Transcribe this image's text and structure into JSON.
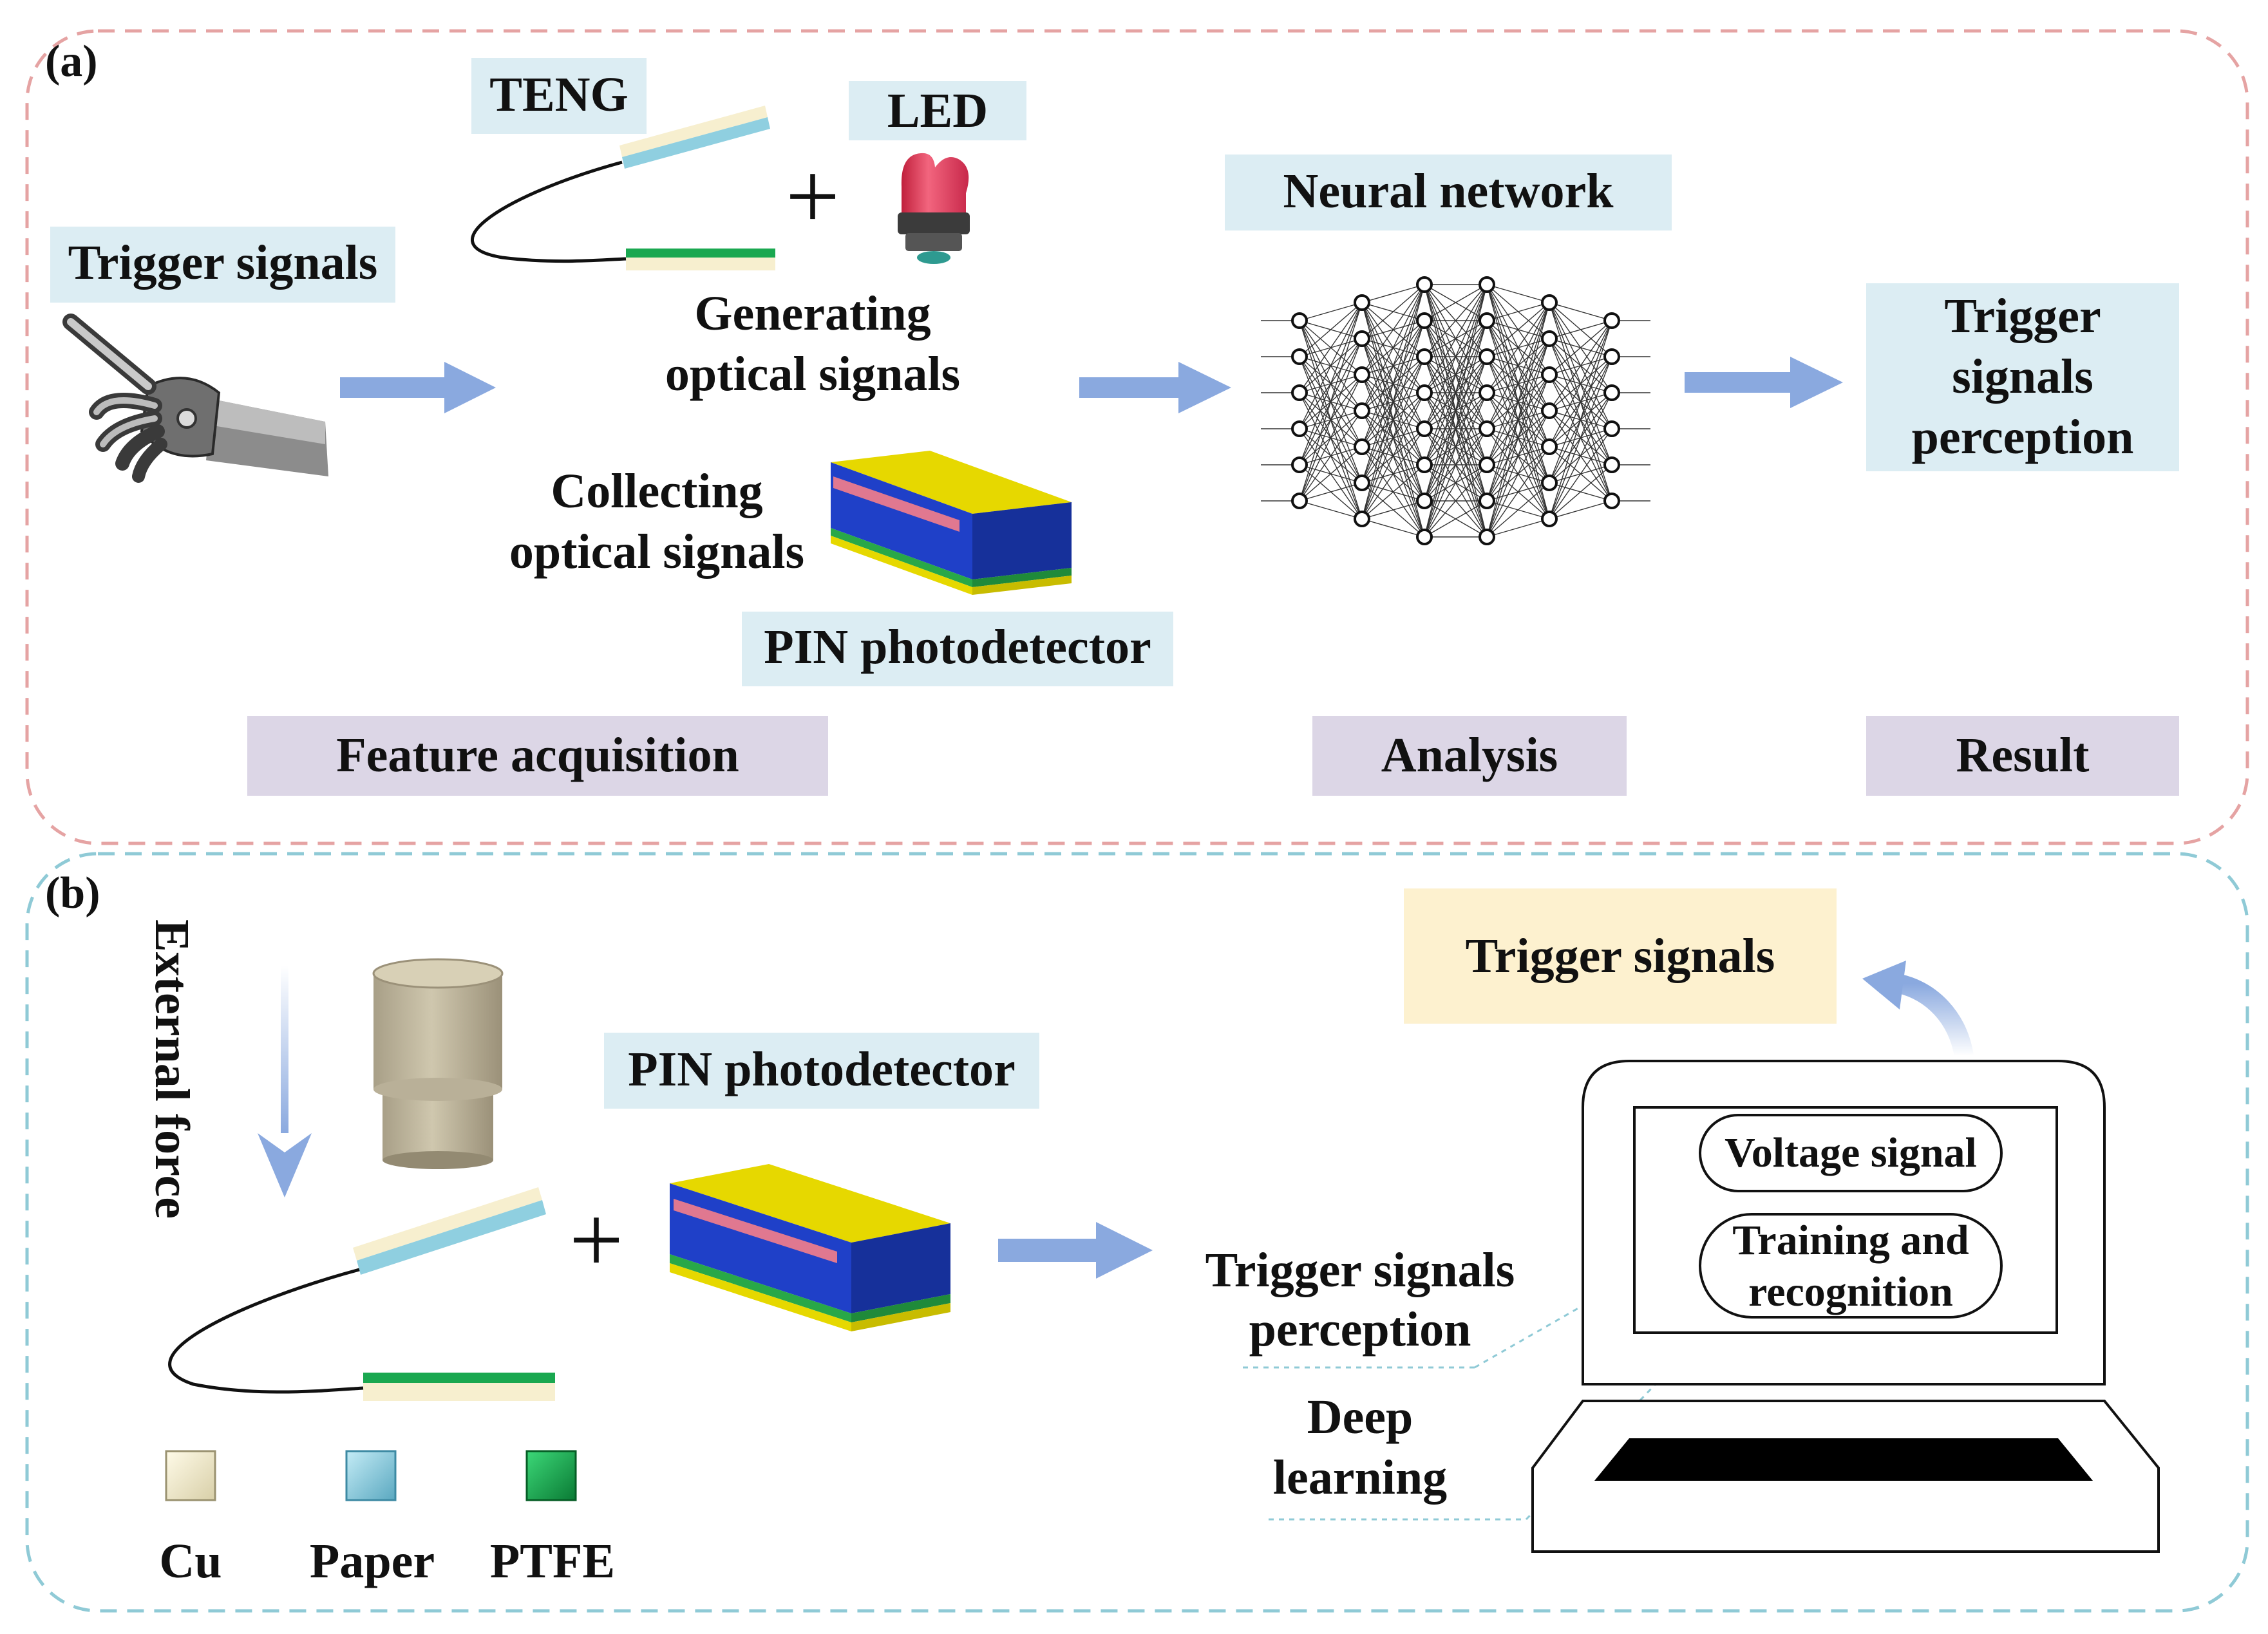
{
  "panel_a": {
    "tag": "(a)",
    "trigger_signals": "Trigger signals",
    "teng": "TENG",
    "led": "LED",
    "generating_line1": "Generating",
    "generating_line2": "optical signals",
    "collecting_line1": "Collecting",
    "collecting_line2": "optical signals",
    "pin_photodetector": "PIN photodetector",
    "neural_network": "Neural network",
    "result_line1": "Trigger",
    "result_line2": "signals",
    "result_line3": "perception",
    "stage_feature": "Feature acquisition",
    "stage_analysis": "Analysis",
    "stage_result": "Result",
    "plus": "+"
  },
  "panel_b": {
    "tag": "(b)",
    "external_force": "External force",
    "pin_photodetector": "PIN photodetector",
    "plus": "+",
    "perception_line1": "Trigger signals",
    "perception_line2": "perception",
    "deep_line1": "Deep",
    "deep_line2": "learning",
    "trigger_signals": "Trigger signals",
    "voltage_signal": "Voltage signal",
    "training_line1": "Training and",
    "training_line2": "recognition",
    "legend": [
      {
        "label": "Cu",
        "color": "#f7efcf"
      },
      {
        "label": "Paper",
        "color": "#8fcfe0"
      },
      {
        "label": "PTFE",
        "color": "#1aa850"
      }
    ]
  },
  "colors": {
    "label_box": "#dcedf3",
    "stage_box": "#dcd6e6",
    "trigger_box_b": "#fdf1cf",
    "arrow": "#8aa9df",
    "panel_a_border": "#e5a3a3",
    "panel_b_border": "#8fcad6"
  },
  "network_layers": [
    6,
    7,
    8,
    8,
    7,
    6
  ]
}
